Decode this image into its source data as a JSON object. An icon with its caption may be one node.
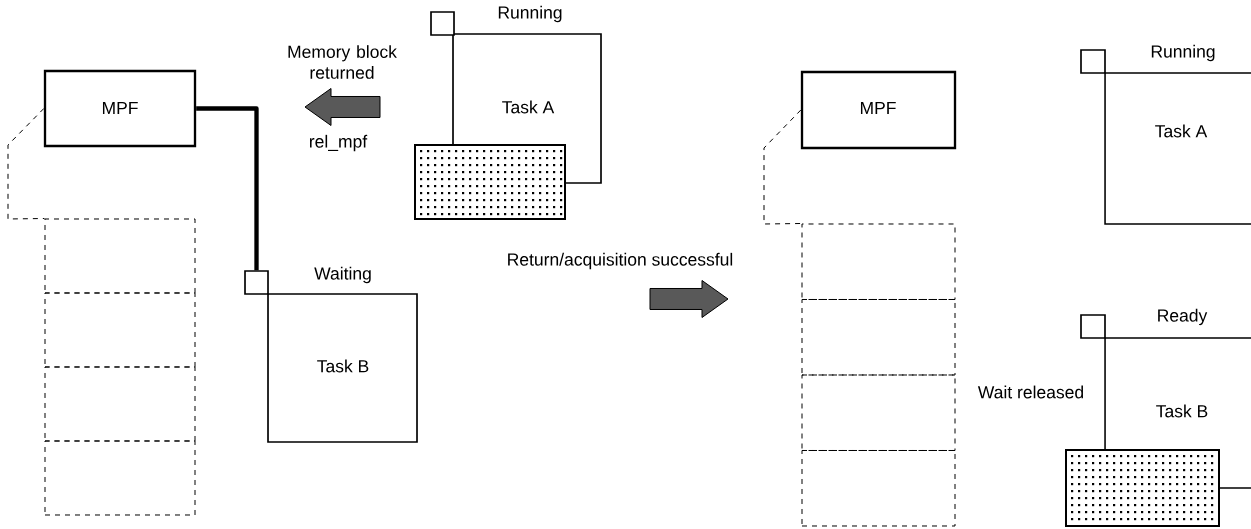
{
  "diagram": {
    "nodes": [
      {
        "text": [
          "MPF"
        ]
      },
      {
        "text": [],
        "shape": "box"
      },
      {
        "text": [],
        "shape": "box"
      },
      {
        "text": [],
        "shape": "box"
      },
      {
        "text": [],
        "shape": "box"
      },
      {
        "text": [
          "Running",
          "Task A"
        ]
      },
      {
        "text": [],
        "shape": "box"
      },
      {
        "text": [],
        "shape": "box"
      },
      {
        "text": [],
        "shape": "box"
      },
      {
        "text": [
          "Waiting",
          "Task B"
        ]
      },
      {
        "text": [
          "MPF"
        ]
      },
      {
        "text": [],
        "shape": "box"
      },
      {
        "text": [],
        "shape": "box"
      },
      {
        "text": [],
        "shape": "box"
      },
      {
        "text": [],
        "shape": "box"
      },
      {
        "text": [],
        "shape": "box"
      },
      {
        "text": [
          "Running",
          "Task A"
        ]
      },
      {
        "text": [],
        "shape": "box"
      },
      {
        "text": [
          "Ready",
          "Task B"
        ],
        "beside": [
          "Wait released"
        ]
      },
      {
        "text": [],
        "shape": "box"
      }
    ],
    "edges": [
      {
        "from": 0,
        "to": 1,
        "arrow": "none",
        "style": "dashed"
      },
      {
        "from": 0,
        "to": 8,
        "arrow": "none",
        "style": "thick"
      },
      {
        "from": 10,
        "to": 11,
        "arrow": "none",
        "style": "dashed"
      }
    ],
    "labels": [
      "Memory block returned",
      "rel_mpf",
      "Return/acquisition successful"
    ]
  }
}
